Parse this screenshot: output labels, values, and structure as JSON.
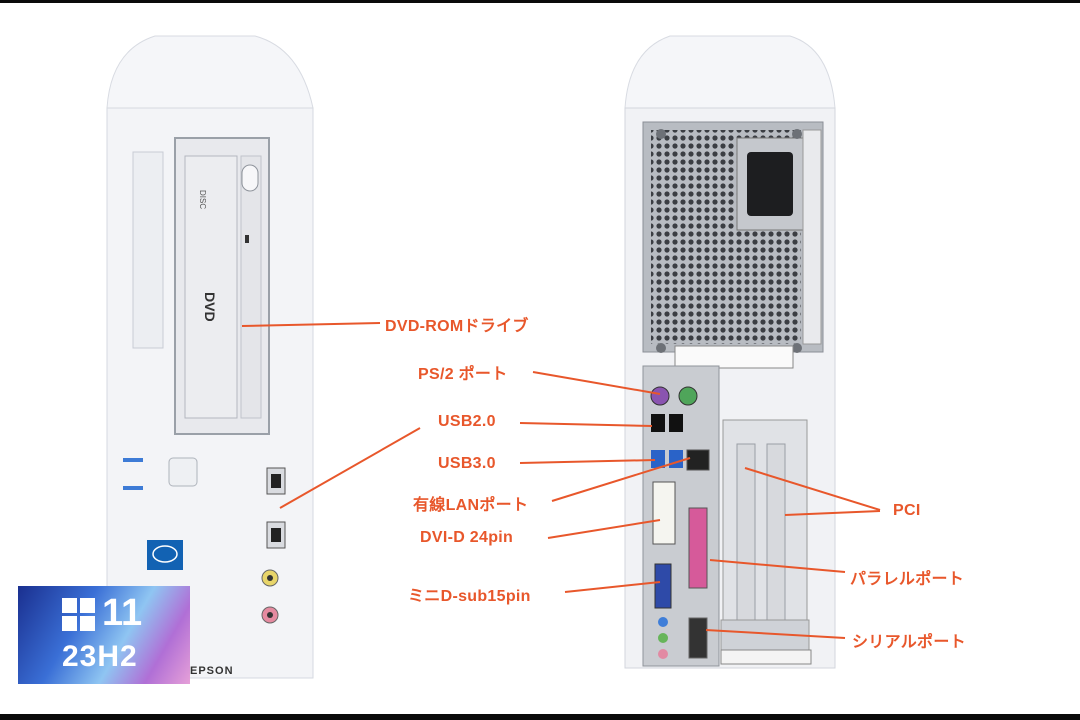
{
  "labels": {
    "dvd": "DVD-ROMドライブ",
    "ps2": "PS/2 ポート",
    "usb2": "USB2.0",
    "usb3": "USB3.0",
    "lan": "有線LANポート",
    "dvi": "DVI-D 24pin",
    "vga": "ミニD-sub15pin",
    "pci": "PCI",
    "parallel": "パラレルポート",
    "serial": "シリアルポート"
  },
  "badge": {
    "version": "11",
    "build": "23H2"
  },
  "brand": "EPSON",
  "colors": {
    "callout": "#e8572b",
    "case": "#f2f3f6"
  }
}
